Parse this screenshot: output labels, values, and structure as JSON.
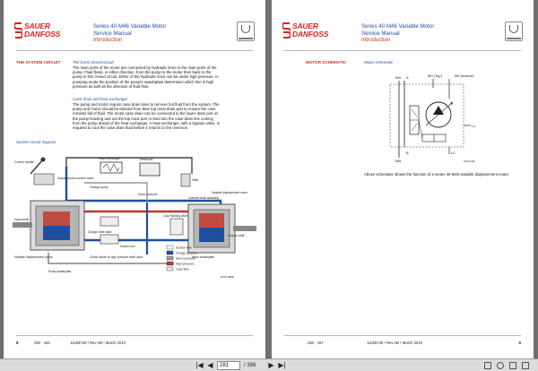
{
  "header": {
    "logo_line1": "SAUER",
    "logo_line2": "DANFOSS",
    "title_line1": "Series 40 M46 Variable Motor",
    "title_line2": "Service Manual",
    "title_line3": "Introduction"
  },
  "left_page": {
    "section_title": "THE SYSTEM CIRCUIT",
    "closed_circuit_title": "The basic closed circuit",
    "closed_circuit_text": [
      "The main ports of the motor are connected by hydraulic lines to the main ports of the",
      "pump. Fluid flows, in either direction, from the pump to the motor then back to the",
      "pump in this closed circuit. Either of the hydraulic lines can be under high pressure. In",
      "pumping mode the position of the pump's swashplate determines which line is high",
      "pressure as well as the direction of fluid flow."
    ],
    "drain_title": "Case drain and heat exchanger",
    "drain_text": [
      "The pump and motor require case drain lines to remove hot fluid from the system. The",
      "pump and motor should be drained from their top most drain port to ensure the case",
      "remains full of fluid. The motor case drain can be connected to the lower drain port on",
      "the pump housing and out the top most port or feed into the case drain line coming",
      "from the pump ahead of the heat exchanger. A heat exchanger, with a bypass valve, is",
      "required to cool the case drain fluid before it returns to the reservoir."
    ],
    "diagram_title": "System circuit diagram",
    "diagram_labels": {
      "control_handle": "Control handle",
      "displacement_control": "Displacement control valve",
      "charge_pump": "Charge pump",
      "heat_exchanger": "Heat exchanger",
      "reservoir": "Reservoir",
      "filter": "Filter",
      "loop_flushing": "Loop flushing valve",
      "cylinder": "Cylinder block assembly",
      "variable_motor": "Variable displacement motor",
      "input_shaft": "Input shaft",
      "charge_relief": "Charge relief valve",
      "check_valves": "Check valves w/ high pressure relief valve",
      "variable_pump": "Variable displacement pump",
      "output_shaft": "Output shaft",
      "pump_swash": "Pump swashplate",
      "motor_swash": "Motor swashplate",
      "suction": "Suction line",
      "servo": "Servo pressure"
    },
    "legend": [
      "Suction flow",
      "Charge pressure",
      "Servo pressure",
      "High pressure",
      "Case flow"
    ],
    "legend_colors": [
      "#ffffff",
      "#1f4fa0",
      "#9b9b9b",
      "#c0392b",
      "#e6e6e6"
    ],
    "figure_code": "P104 388E",
    "footer_page": "8",
    "footer_range": "250 - 156",
    "footer_doc": "11026740 • Rev AB • March 2010"
  },
  "right_page": {
    "section_title": "MOTOR SCHEMATIC",
    "schematic_title": "Motor schematic",
    "labels": {
      "ma": "MA",
      "a": "A",
      "m3": "M3 (Top)",
      "m5": "M5 (bottom)",
      "l1": "L1",
      "l2": "L2",
      "b": "B",
      "mb": "MB",
      "code": "P104 446"
    },
    "caption": "Above schematic shows the function of a series 40 M46 variable displacement motor.",
    "footer_page": "9",
    "footer_range": "250 - 157",
    "footer_doc": "11026740 • Rev AB • March 2010"
  },
  "toolbar": {
    "current_page": "281",
    "page_total": "/ 396",
    "first_label": "|◀",
    "prev_label": "◀",
    "next_label": "▶",
    "last_label": "▶|"
  }
}
